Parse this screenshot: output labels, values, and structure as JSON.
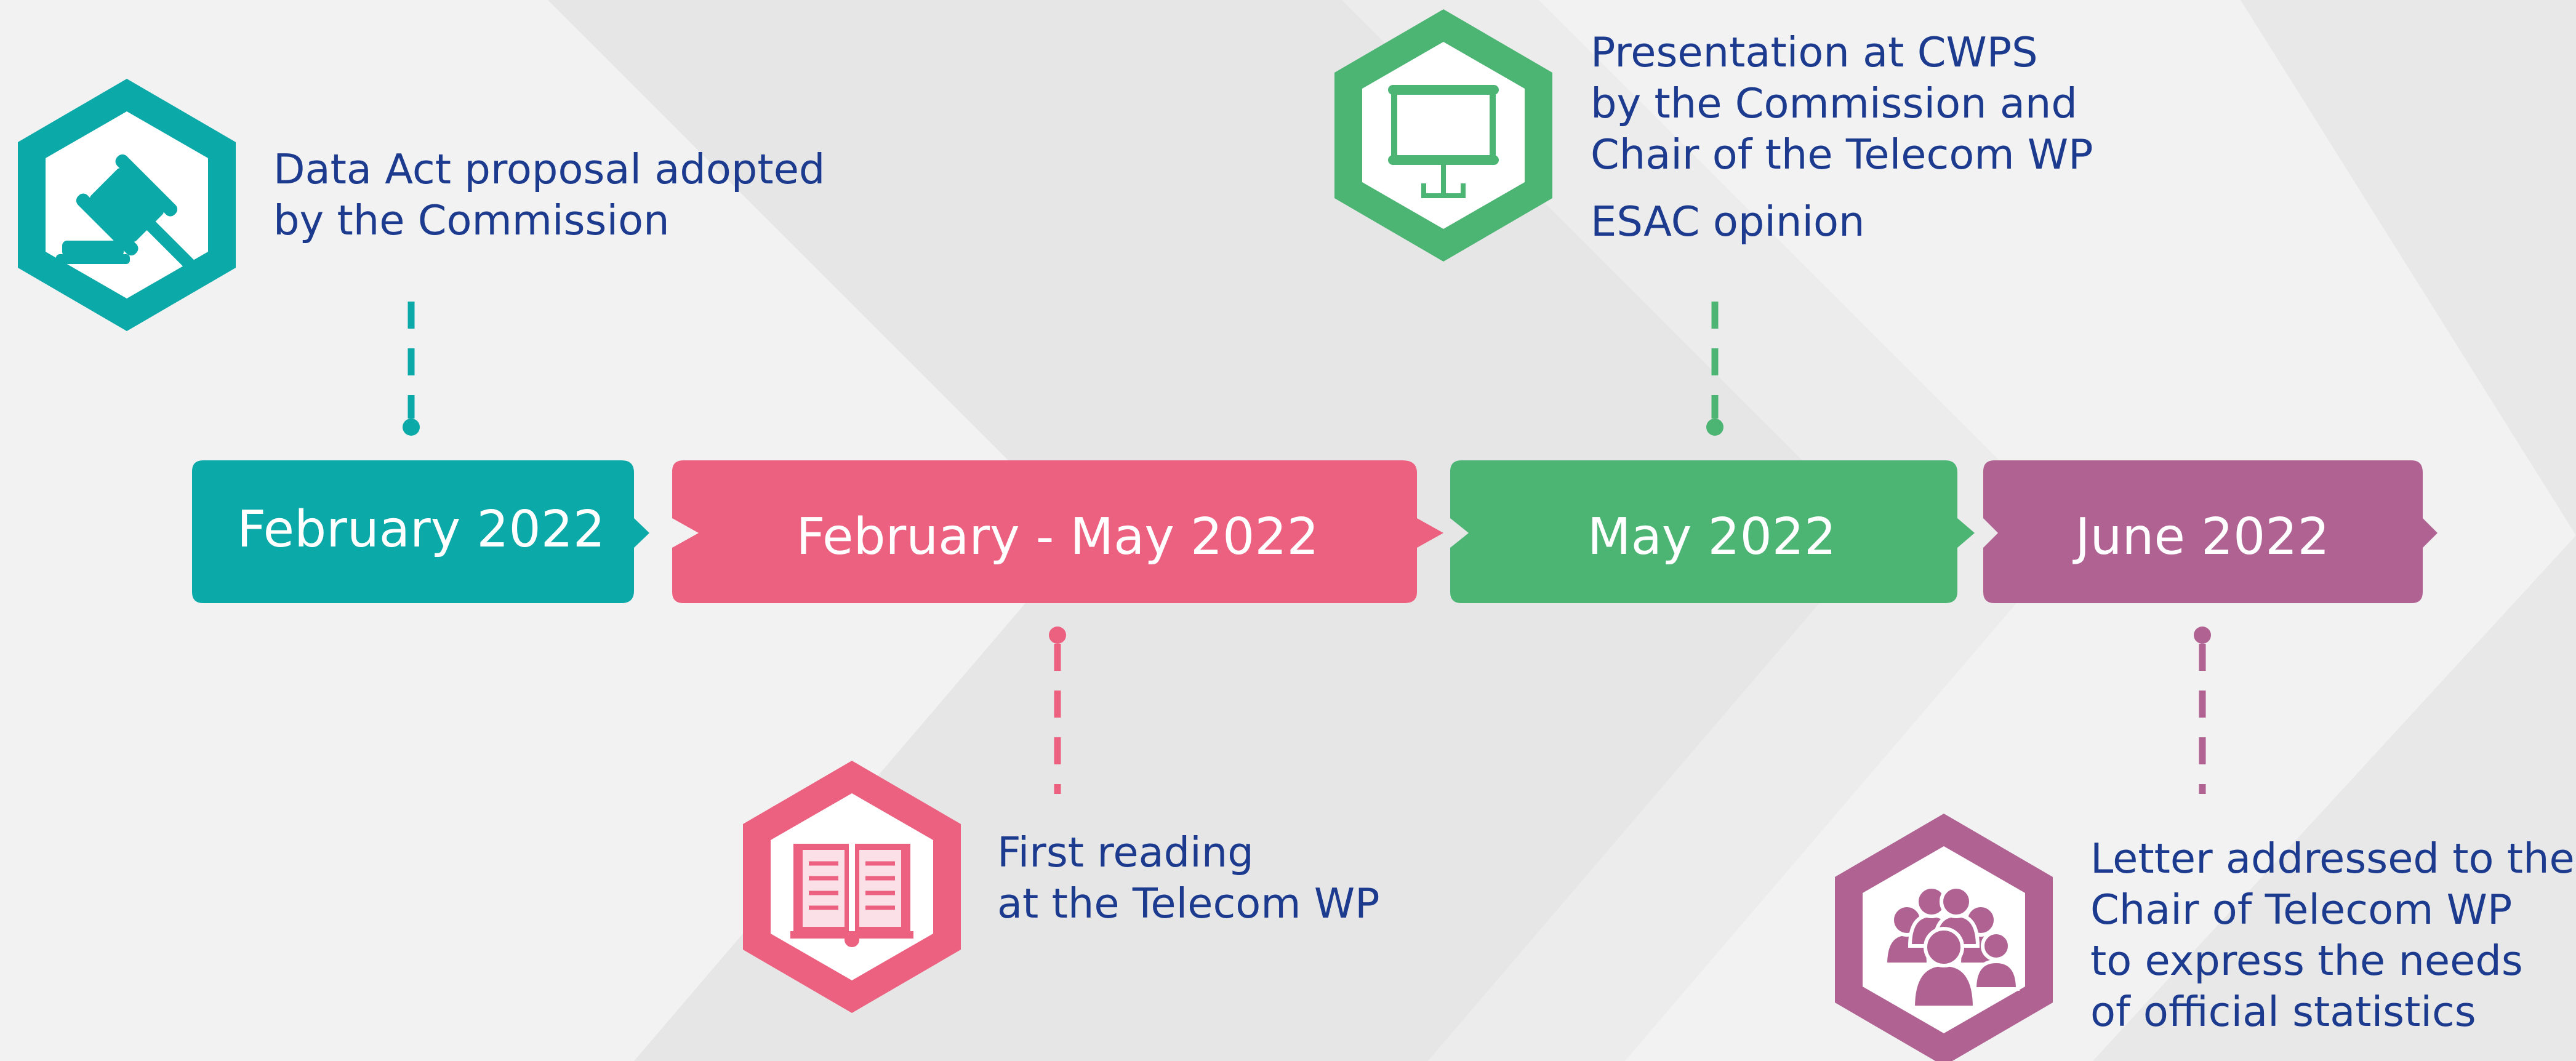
{
  "colors": {
    "background": "#f2f2f2",
    "chevron_band": "#e6e6e6",
    "teal": "#0ca9a9",
    "pink": "#ec6080",
    "green": "#4cb574",
    "purple": "#b06393",
    "note_text": "#1c3b8f",
    "label_text": "#ffffff"
  },
  "timeline": [
    {
      "period": "February 2022",
      "color": "teal",
      "icon": "gavel-icon",
      "note": [
        "Data Act proposal adopted",
        "by the Commission"
      ]
    },
    {
      "period": "February - May 2022",
      "color": "pink",
      "icon": "open-book-icon",
      "note": [
        "First reading",
        "at the Telecom WP"
      ]
    },
    {
      "period": "May 2022",
      "color": "green",
      "icon": "presentation-screen-icon",
      "note": [
        "Presentation at CWPS",
        "by the Commission and",
        "Chair of the Telecom WP"
      ],
      "note_extra": "ESAC opinion"
    },
    {
      "period": "June 2022",
      "color": "purple",
      "icon": "people-group-icon",
      "note": [
        "Letter addressed to the",
        "Chair of Telecom WP",
        "to express the needs",
        "of official statistics"
      ]
    }
  ]
}
